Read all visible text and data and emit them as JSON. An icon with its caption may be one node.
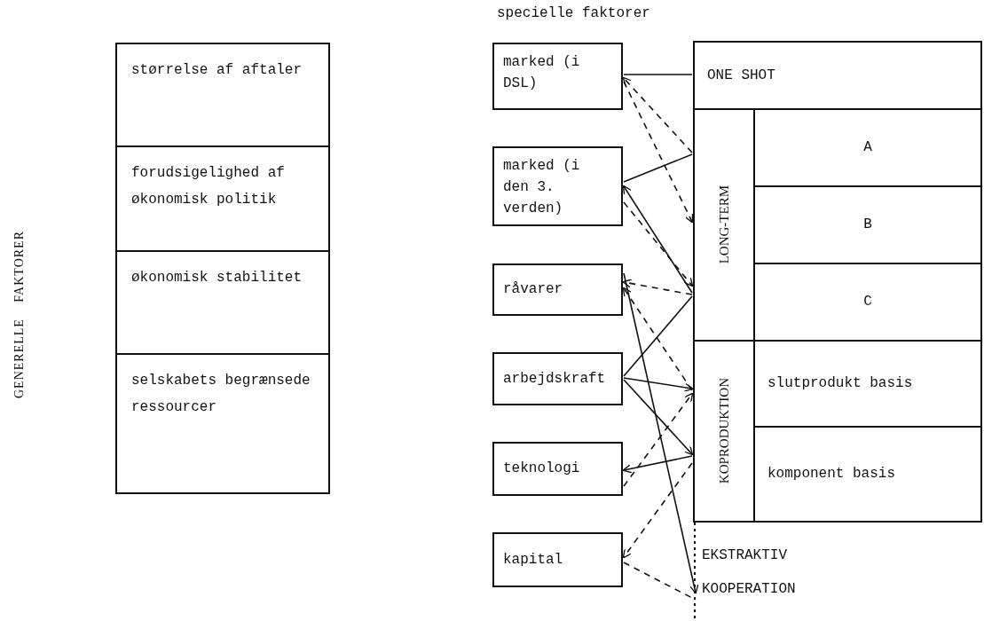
{
  "diagram": {
    "title": "specielle faktorer",
    "nodes": [
      {
        "text": [
          "størrelse af aftaler"
        ]
      },
      {
        "text": [
          "forudsigelighed af økonomisk politik"
        ]
      },
      {
        "text": [
          "økonomisk stabilitet"
        ]
      },
      {
        "text": [
          "selskabets begrænsede ressourcer"
        ]
      },
      {
        "text": [
          "marked (i DSL)"
        ]
      },
      {
        "text": [
          "marked (i den 3. verden)"
        ]
      },
      {
        "text": [
          "råvarer"
        ]
      },
      {
        "text": [
          "arbejdskraft"
        ]
      },
      {
        "text": [
          "teknologi"
        ]
      },
      {
        "text": [
          "kapital"
        ]
      },
      {
        "text": [
          "ONE SHOT"
        ]
      },
      {
        "text": [
          "LONG-TERM"
        ]
      },
      {
        "text": [
          "A"
        ]
      },
      {
        "text": [
          "B"
        ]
      },
      {
        "text": [
          "C"
        ]
      },
      {
        "text": [
          "KOPRODUKTION"
        ]
      },
      {
        "text": [
          "slutprodukt basis"
        ]
      },
      {
        "text": [
          "komponent basis"
        ]
      },
      {
        "text": [
          "EKSTRAKTIV",
          "KOOPERATION"
        ]
      }
    ],
    "edges": [
      {
        "from": 4,
        "to": 10,
        "arrow": "none"
      },
      {
        "from": 11,
        "to": 4,
        "arrow": "to",
        "style": "dashed"
      },
      {
        "from": 4,
        "to": 11,
        "arrow": "to",
        "style": "dashed"
      },
      {
        "from": 5,
        "to": 11,
        "arrow": "none"
      },
      {
        "from": 11,
        "to": 5,
        "arrow": "to"
      },
      {
        "from": 5,
        "to": 11,
        "arrow": "to",
        "style": "dashed"
      },
      {
        "from": 11,
        "to": 6,
        "arrow": "to",
        "style": "dashed"
      },
      {
        "from": 6,
        "to": 18,
        "arrow": "to"
      },
      {
        "from": 7,
        "to": 11,
        "arrow": "none"
      },
      {
        "from": 7,
        "to": 15,
        "arrow": "to"
      },
      {
        "from": 7,
        "to": 15,
        "arrow": "to"
      },
      {
        "from": 15,
        "to": 8,
        "arrow": "to"
      },
      {
        "from": 15,
        "to": 6,
        "arrow": "to",
        "style": "dashed"
      },
      {
        "from": 8,
        "to": 15,
        "arrow": "to",
        "style": "dashed"
      },
      {
        "from": 15,
        "to": 9,
        "arrow": "to",
        "style": "dashed"
      },
      {
        "from": 9,
        "to": 18,
        "arrow": "none",
        "style": "dashed"
      }
    ],
    "labels": [
      "GENERELLE FAKTORER"
    ]
  }
}
